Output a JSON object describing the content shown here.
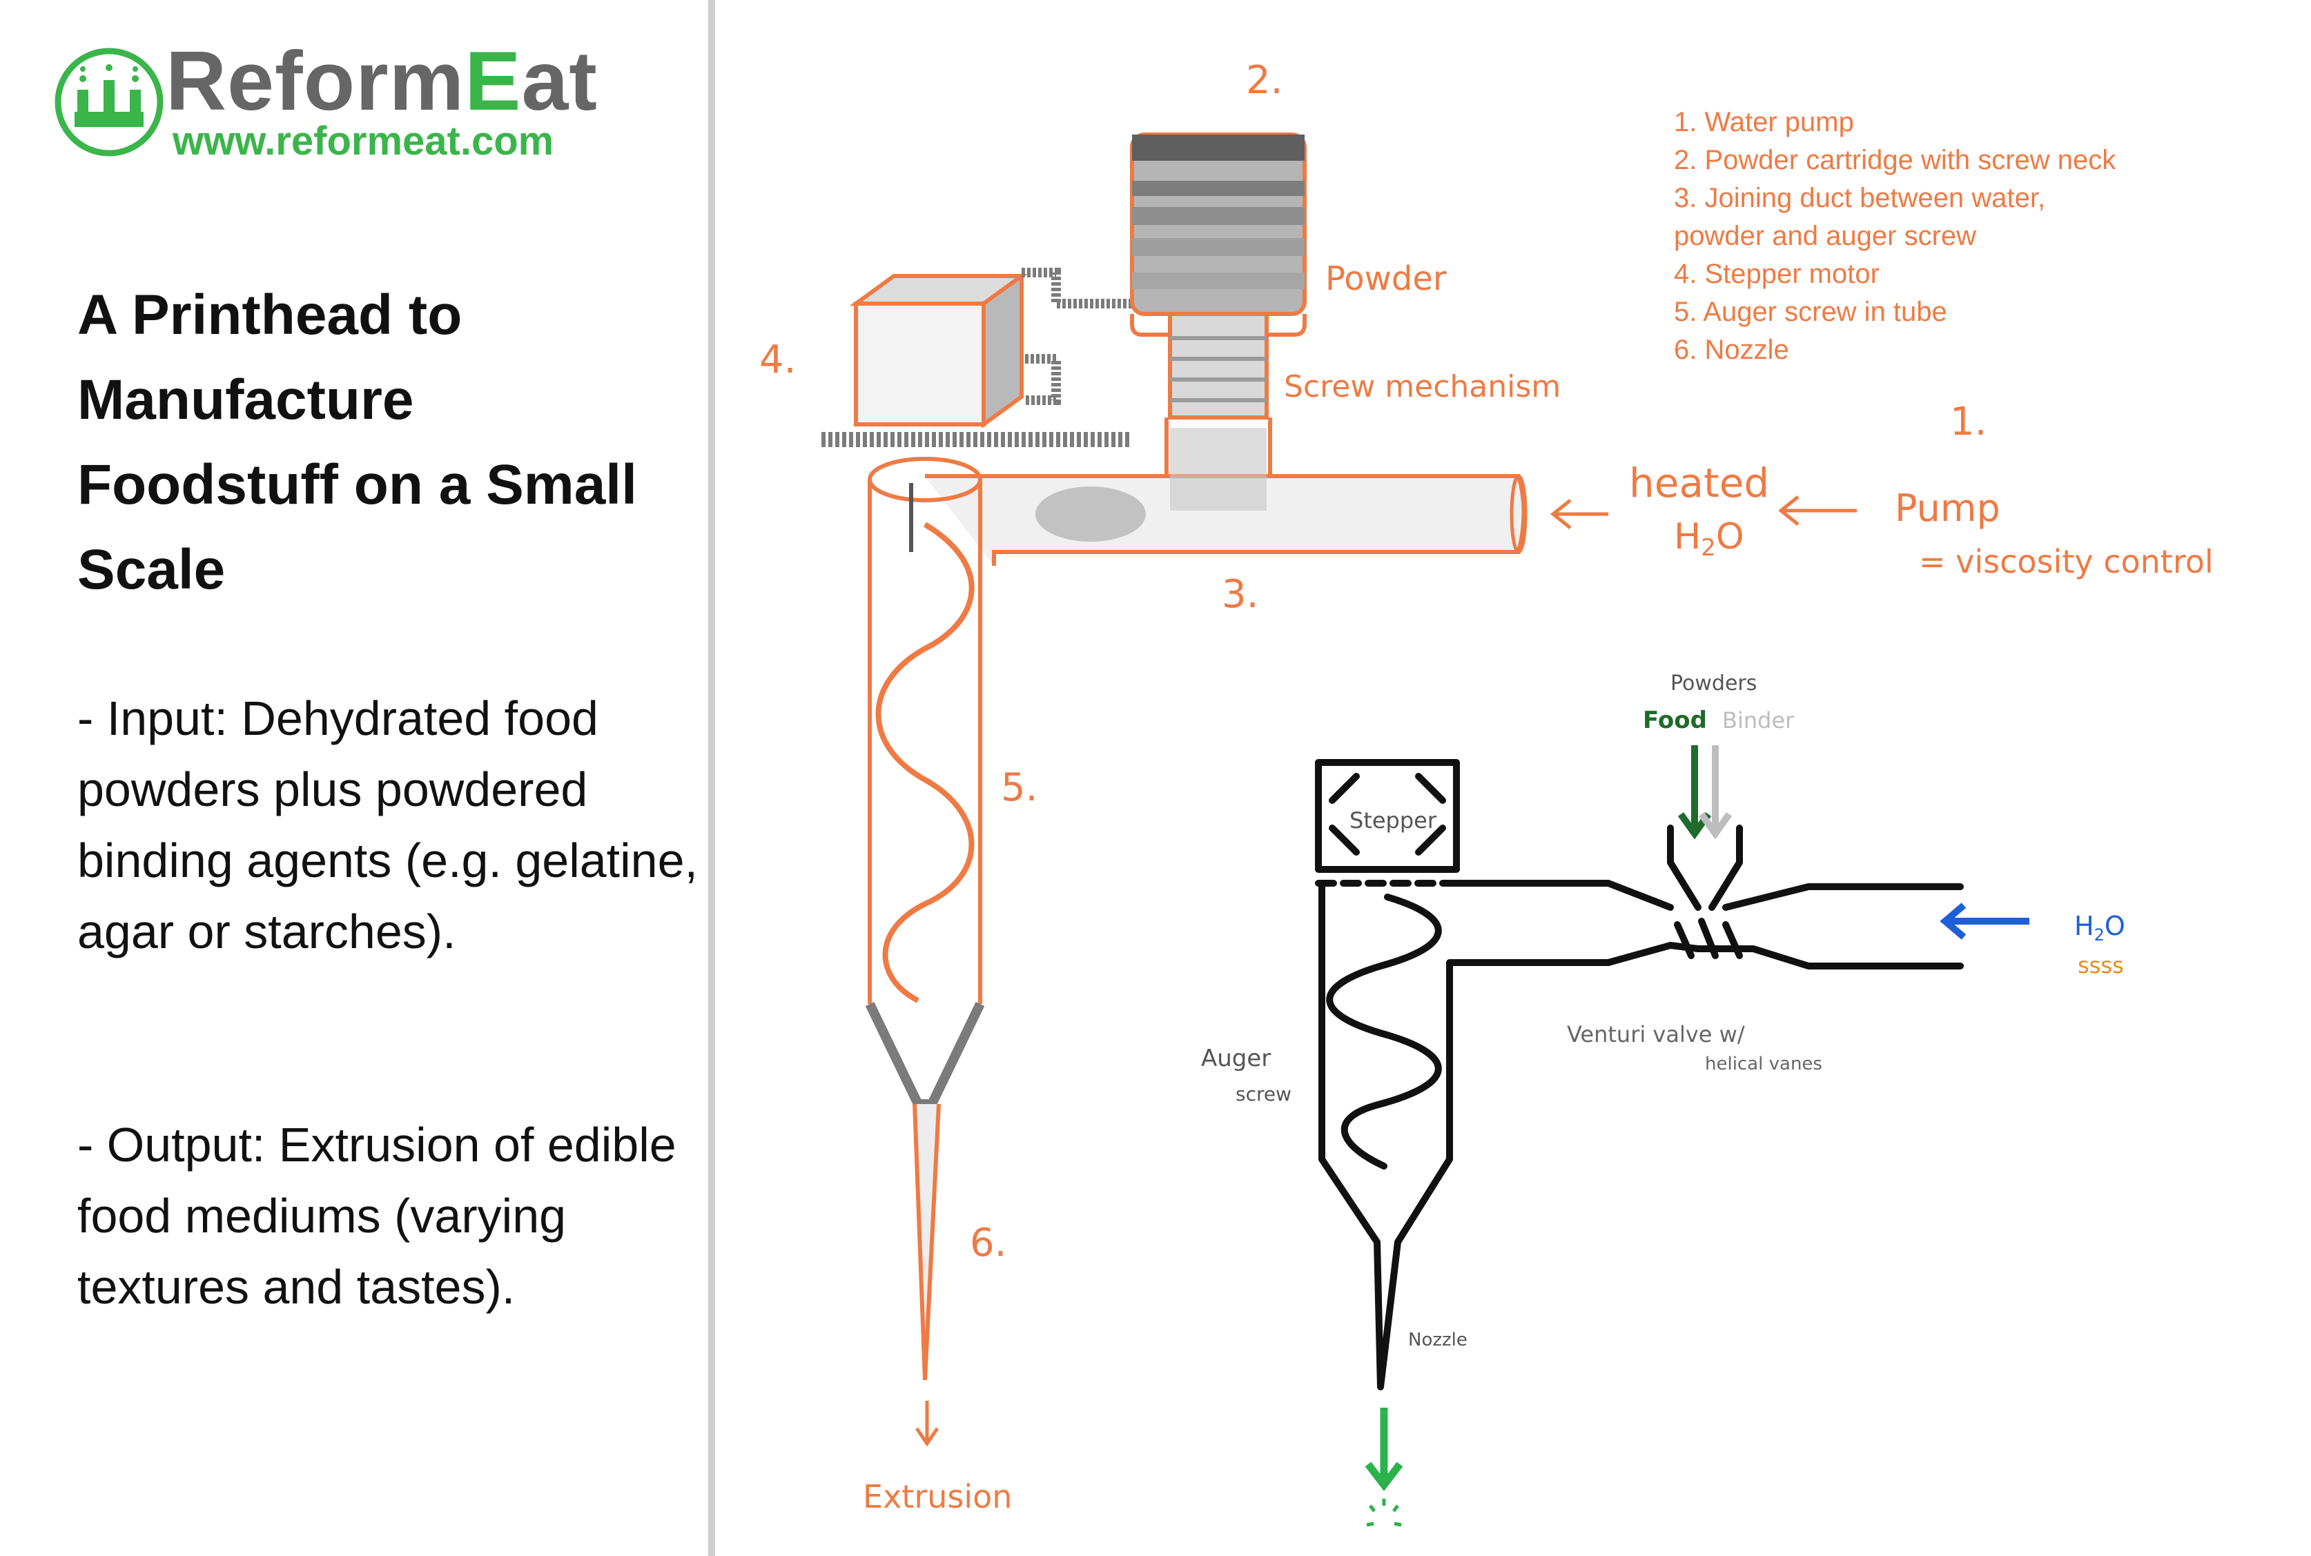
{
  "brand": {
    "name_part1": "Reform",
    "name_part2": "E",
    "name_part3": "at",
    "url": "www.reformeat.com",
    "colors": {
      "green": "#3ab54a",
      "gray": "#666666"
    }
  },
  "sidebar": {
    "title": "A Printhead to Manufacture Foodstuff on a Small Scale",
    "input_text": "- Input: Dehydrated food powders plus powdered binding agents (e.g. gelatine, agar or starches).",
    "output_text": "- Output: Extrusion of edible food mediums (varying textures and tastes)."
  },
  "legend": {
    "items": [
      "1. Water pump",
      "2. Powder cartridge with screw neck",
      "3. Joining duct between water,",
      "powder and auger screw",
      "4. Stepper motor",
      "5. Auger screw in tube",
      "6. Nozzle"
    ]
  },
  "sketch_top": {
    "num_1": "1.",
    "num_2": "2.",
    "num_3": "3.",
    "num_4": "4.",
    "num_5": "5.",
    "num_6": "6.",
    "powder": "Powder",
    "screw_mechanism": "Screw mechanism",
    "heated": "heated",
    "h2o": "H",
    "h2o_sub": "2",
    "h2o_o": "O",
    "pump": "Pump",
    "viscosity": "= viscosity control",
    "extrusion": "Extrusion",
    "accent_color": "#ef7a43"
  },
  "sketch_bottom": {
    "powders": "Powders",
    "food": "Food",
    "binder": "Binder",
    "stepper": "Stepper",
    "h2o": "H",
    "h2o_sub": "2",
    "h2o_o": "O",
    "heat": "ssss",
    "venturi": "Venturi valve w/",
    "helical": "helical vanes",
    "auger": "Auger",
    "screw": "screw",
    "nozzle": "Nozzle",
    "colors": {
      "food": "#1f6b2a",
      "binder": "#bdbdbd",
      "water": "#1f5fd6",
      "heat": "#ef8a1d",
      "output": "#2bb24c"
    }
  }
}
